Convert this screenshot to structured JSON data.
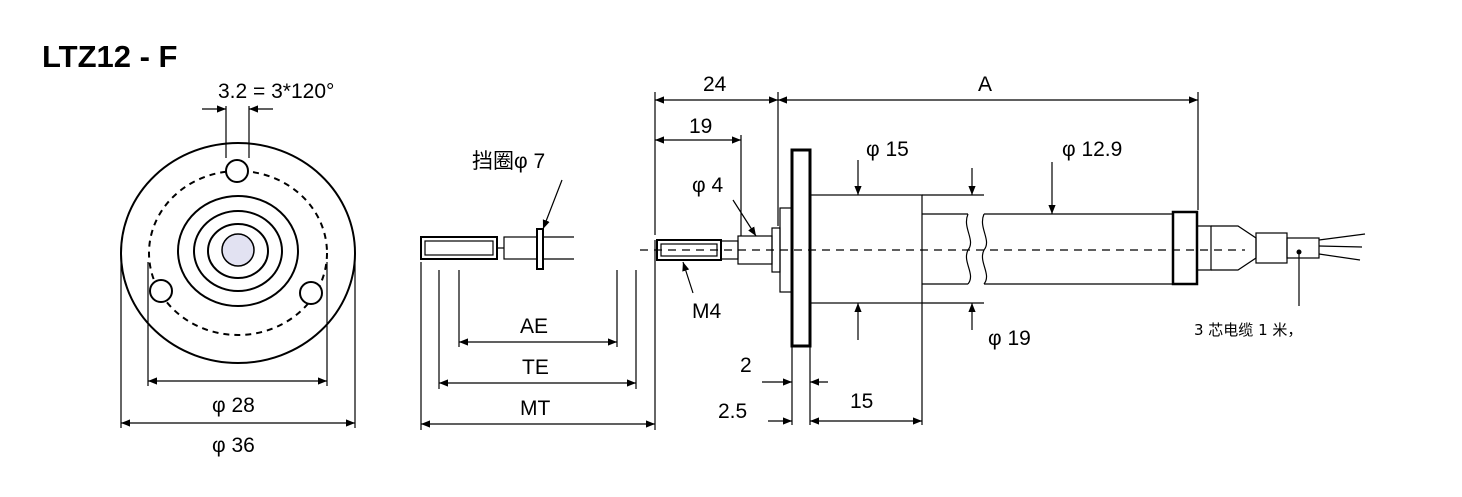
{
  "title": "LTZ12 - F",
  "front_view": {
    "hole_spec": "3.2 = 3*120°",
    "bolt_circle": "φ 28",
    "outer_diameter": "φ 36"
  },
  "probe_view": {
    "stop_ring": "挡圈φ 7",
    "dim_ae": "AE",
    "dim_te": "TE",
    "dim_mt": "MT"
  },
  "side_view": {
    "dim_24": "24",
    "dim_a": "A",
    "dim_19_len": "19",
    "dim_phi4": "φ 4",
    "dim_phi15": "φ 15",
    "dim_phi129": "φ 12.9",
    "dim_phi19": "φ 19",
    "thread": "M4",
    "dim_2": "2",
    "dim_25": "2.5",
    "dim_15": "15",
    "cable_note": "3 芯电缆 1 米，"
  }
}
